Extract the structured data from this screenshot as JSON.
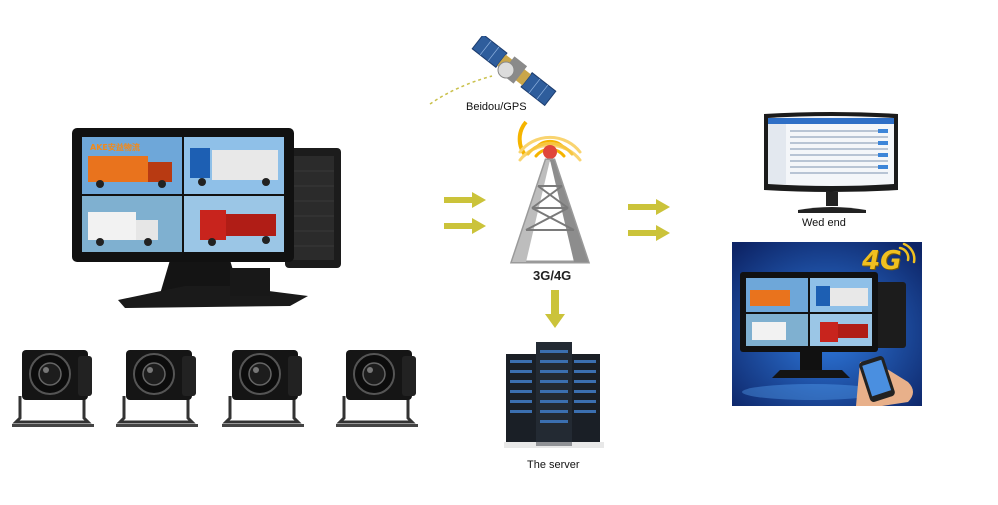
{
  "labels": {
    "satellite": "Beidou/GPS",
    "tower": "3G/4G",
    "web": "Wed end",
    "server": "The server",
    "mobile_badge": "4G"
  },
  "monitor_screen": {
    "brand_text": "AKE安益物流"
  },
  "colors": {
    "arrow": "#cbc33a",
    "signal": "#f5b400",
    "mobile_bg": "#1b3f9a",
    "badge": "#f0c020"
  },
  "icons": [
    "satellite-icon",
    "tower-icon",
    "server-icon",
    "monitor-icon",
    "camera-icon",
    "phone-icon",
    "arrow-icon"
  ]
}
